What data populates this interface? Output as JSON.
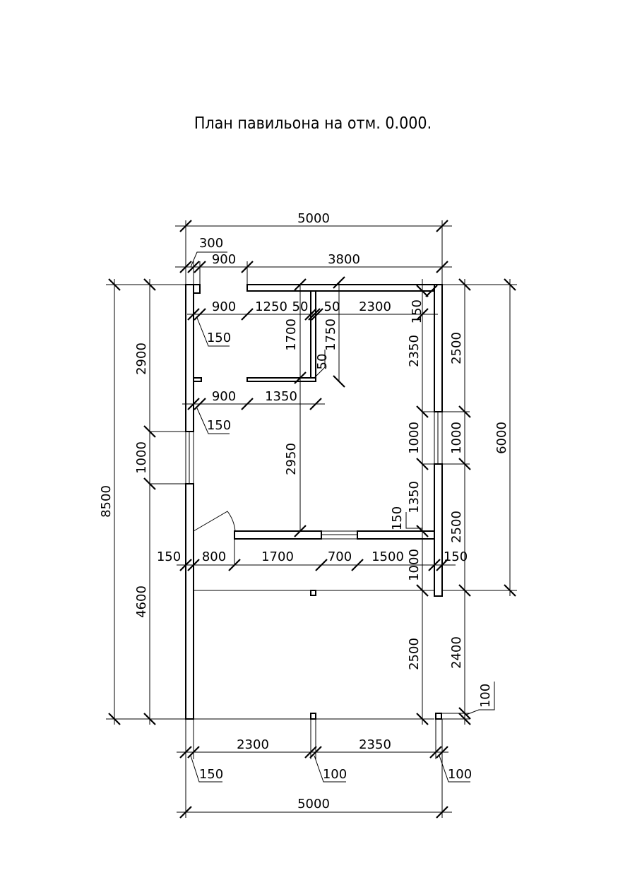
{
  "title": "План павильона на отм. 0.000.",
  "dims": {
    "top_overall": "5000",
    "top_300": "300",
    "top_900": "900",
    "top_3800": "3800",
    "r2_900": "900",
    "r2_1250": "1250",
    "r2_50a": "50",
    "r2_50b": "50",
    "r2_2300": "2300",
    "r2_150": "150",
    "lead_150a": "150",
    "v_1700": "1700",
    "v_1750": "1750",
    "lead_50": "50",
    "r3_900": "900",
    "r3_1350": "1350",
    "lead_150b": "150",
    "left_2900": "2900",
    "left_1000": "1000",
    "left_4600": "4600",
    "left_8500": "8500",
    "mid_2950": "2950",
    "ri_2350": "2350",
    "ri_1000a": "1000",
    "ri_1350": "1350",
    "ri_150": "150",
    "ri_1000b": "1000",
    "ri_2500": "2500",
    "ro_2500a": "2500",
    "ro_1000": "1000",
    "ro_2500b": "2500",
    "ro_6000": "6000",
    "ro_2400": "2400",
    "ro_100": "100",
    "r4_150a": "150",
    "r4_800": "800",
    "r4_1700": "1700",
    "r4_700": "700",
    "r4_1500": "1500",
    "r4_150b": "150",
    "bot_2300": "2300",
    "bot_2350": "2350",
    "bot_150": "150",
    "bot_100a": "100",
    "bot_100b": "100",
    "bot_overall": "5000"
  }
}
